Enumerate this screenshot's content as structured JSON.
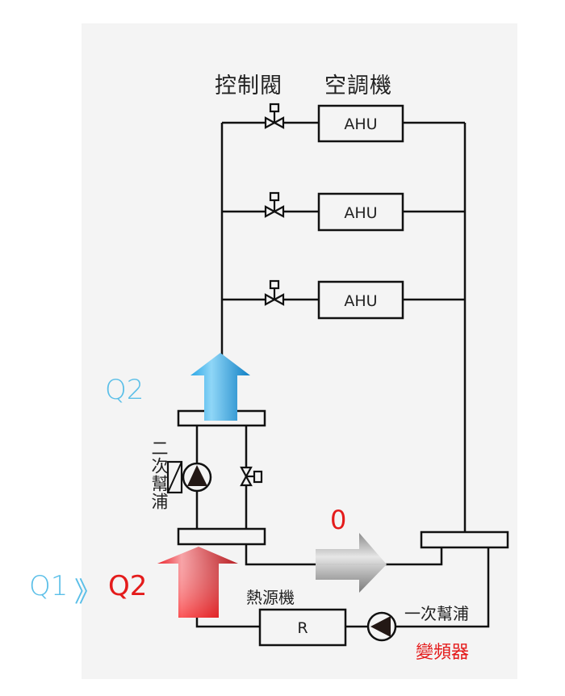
{
  "labels": {
    "control_valve": "控制閥",
    "air_handler": "空調機",
    "secondary_pump": "二次幫浦",
    "heat_source": "熱源機",
    "primary_pump": "一次幫浦",
    "inverter": "變頻器",
    "bypass_flow": "0",
    "supply_flow": "Q2",
    "q1": "Q1",
    "relation_symbol": "》",
    "q2": "Q2"
  },
  "units": [
    {
      "label": "AHU"
    },
    {
      "label": "AHU"
    },
    {
      "label": "AHU"
    }
  ],
  "heat_source_unit": {
    "label": "R"
  },
  "colors": {
    "blue_flow": "#5bbfe8",
    "red_flow": "#e41b1b",
    "gray_flow": "#9a9a9a",
    "pipe": "#111111",
    "panel": "#f4f4f4"
  }
}
